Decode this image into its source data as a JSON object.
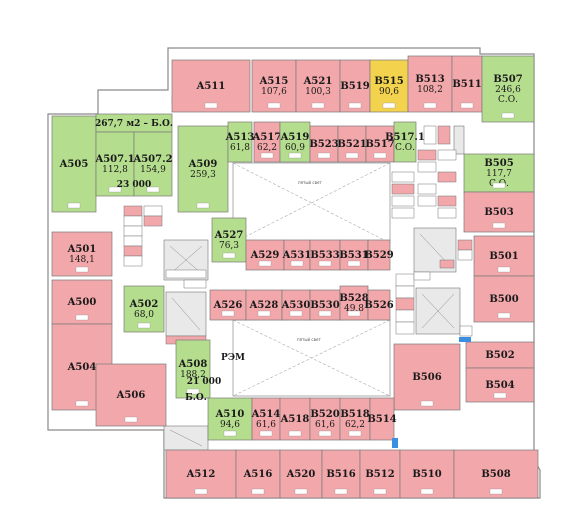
{
  "colors": {
    "occupied": "#f2a7ab",
    "free": "#b5dd8e",
    "reserved": "#f3d24d",
    "service": "#ffffff",
    "wall": "#666666",
    "corridor": "#ffffff"
  },
  "light_well_label": "пятый свет",
  "rooms": [
    {
      "id": "A511",
      "label": "A511",
      "area": "",
      "status": "occupied"
    },
    {
      "id": "A515",
      "label": "A515",
      "area": "107,6",
      "status": "occupied"
    },
    {
      "id": "A521",
      "label": "A521",
      "area": "100,3",
      "status": "occupied"
    },
    {
      "id": "B519",
      "label": "B519",
      "area": "",
      "status": "occupied"
    },
    {
      "id": "B515",
      "label": "B515",
      "area": "90,6",
      "status": "reserved"
    },
    {
      "id": "B513",
      "label": "B513",
      "area": "108,2",
      "status": "occupied"
    },
    {
      "id": "B511",
      "label": "B511",
      "area": "",
      "status": "occupied"
    },
    {
      "id": "B507",
      "label": "B507",
      "area": "246,6",
      "note": "С.О.",
      "status": "free"
    },
    {
      "id": "A505",
      "label": "A505",
      "area": "",
      "status": "free"
    },
    {
      "id": "A507",
      "label": "267,7 м2 – Б.О.",
      "area": "",
      "status": "free"
    },
    {
      "id": "A507_1",
      "label": "A507.1",
      "area": "112,8",
      "status": "free"
    },
    {
      "id": "A507_2",
      "label": "A507.2",
      "area": "154,9",
      "status": "free"
    },
    {
      "id": "A507_price",
      "label": "23 000",
      "area": "",
      "status": "free"
    },
    {
      "id": "A509",
      "label": "A509",
      "area": "259,3",
      "status": "free"
    },
    {
      "id": "A513",
      "label": "A513",
      "area": "61,8",
      "status": "free"
    },
    {
      "id": "A517",
      "label": "A517",
      "area": "62,2",
      "status": "occupied"
    },
    {
      "id": "A519",
      "label": "A519",
      "area": "60,9",
      "status": "free"
    },
    {
      "id": "B523",
      "label": "B523",
      "area": "",
      "status": "occupied"
    },
    {
      "id": "B521",
      "label": "B521",
      "area": "",
      "status": "occupied"
    },
    {
      "id": "B517",
      "label": "B517",
      "area": "",
      "status": "occupied"
    },
    {
      "id": "B517_1",
      "label": "B517.1",
      "area": "",
      "note": "С.О.",
      "status": "free"
    },
    {
      "id": "B505",
      "label": "B505",
      "area": "117,7",
      "note": "С.О.",
      "status": "free"
    },
    {
      "id": "B503",
      "label": "B503",
      "area": "",
      "status": "occupied"
    },
    {
      "id": "A501",
      "label": "A501",
      "area": "148,1",
      "status": "occupied"
    },
    {
      "id": "A500",
      "label": "A500",
      "area": "",
      "status": "occupied"
    },
    {
      "id": "A504",
      "label": "A504",
      "area": "",
      "status": "occupied"
    },
    {
      "id": "A502",
      "label": "A502",
      "area": "68,0",
      "status": "free"
    },
    {
      "id": "A527",
      "label": "A527",
      "area": "76,3",
      "status": "free"
    },
    {
      "id": "A529",
      "label": "A529",
      "area": "",
      "status": "occupied"
    },
    {
      "id": "A531",
      "label": "A531",
      "area": "",
      "status": "occupied"
    },
    {
      "id": "B533",
      "label": "B533",
      "area": "",
      "status": "occupied"
    },
    {
      "id": "B531",
      "label": "B531",
      "area": "",
      "status": "occupied"
    },
    {
      "id": "B529",
      "label": "B529",
      "area": "",
      "status": "occupied"
    },
    {
      "id": "B501",
      "label": "B501",
      "area": "",
      "status": "occupied"
    },
    {
      "id": "B500",
      "label": "B500",
      "area": "",
      "status": "occupied"
    },
    {
      "id": "A526",
      "label": "A526",
      "area": "",
      "status": "occupied"
    },
    {
      "id": "A528",
      "label": "A528",
      "area": "",
      "status": "occupied"
    },
    {
      "id": "A530",
      "label": "A530",
      "area": "",
      "status": "occupied"
    },
    {
      "id": "B530",
      "label": "B530",
      "area": "",
      "status": "occupied"
    },
    {
      "id": "B528",
      "label": "B528",
      "area": "49,8",
      "status": "occupied"
    },
    {
      "id": "B526",
      "label": "B526",
      "area": "",
      "status": "occupied"
    },
    {
      "id": "A508",
      "label": "A508",
      "area": "188,2",
      "status": "free"
    },
    {
      "id": "REM",
      "label": "РЭМ",
      "area": "",
      "status": "free"
    },
    {
      "id": "A508_price",
      "label": "21 000",
      "area": "",
      "status": "free"
    },
    {
      "id": "A508_note",
      "label": "Б.О.",
      "area": "",
      "status": "free"
    },
    {
      "id": "A506",
      "label": "A506",
      "area": "",
      "status": "occupied"
    },
    {
      "id": "B506",
      "label": "B506",
      "area": "",
      "status": "occupied"
    },
    {
      "id": "B502",
      "label": "B502",
      "area": "",
      "status": "occupied"
    },
    {
      "id": "B504",
      "label": "B504",
      "area": "",
      "status": "occupied"
    },
    {
      "id": "A510",
      "label": "A510",
      "area": "94,6",
      "status": "free"
    },
    {
      "id": "A514",
      "label": "A514",
      "area": "61,6",
      "status": "occupied"
    },
    {
      "id": "A518",
      "label": "A518",
      "area": "",
      "status": "occupied"
    },
    {
      "id": "B520",
      "label": "B520",
      "area": "61,6",
      "status": "occupied"
    },
    {
      "id": "B518",
      "label": "B518",
      "area": "62,2",
      "status": "occupied"
    },
    {
      "id": "B514",
      "label": "B514",
      "area": "",
      "status": "occupied"
    },
    {
      "id": "A512",
      "label": "A512",
      "area": "",
      "status": "occupied"
    },
    {
      "id": "A516",
      "label": "A516",
      "area": "",
      "status": "occupied"
    },
    {
      "id": "A520",
      "label": "A520",
      "area": "",
      "status": "occupied"
    },
    {
      "id": "B516",
      "label": "B516",
      "area": "",
      "status": "occupied"
    },
    {
      "id": "B512",
      "label": "B512",
      "area": "",
      "status": "occupied"
    },
    {
      "id": "B510",
      "label": "B510",
      "area": "",
      "status": "occupied"
    },
    {
      "id": "B508",
      "label": "B508",
      "area": "",
      "status": "occupied"
    }
  ]
}
